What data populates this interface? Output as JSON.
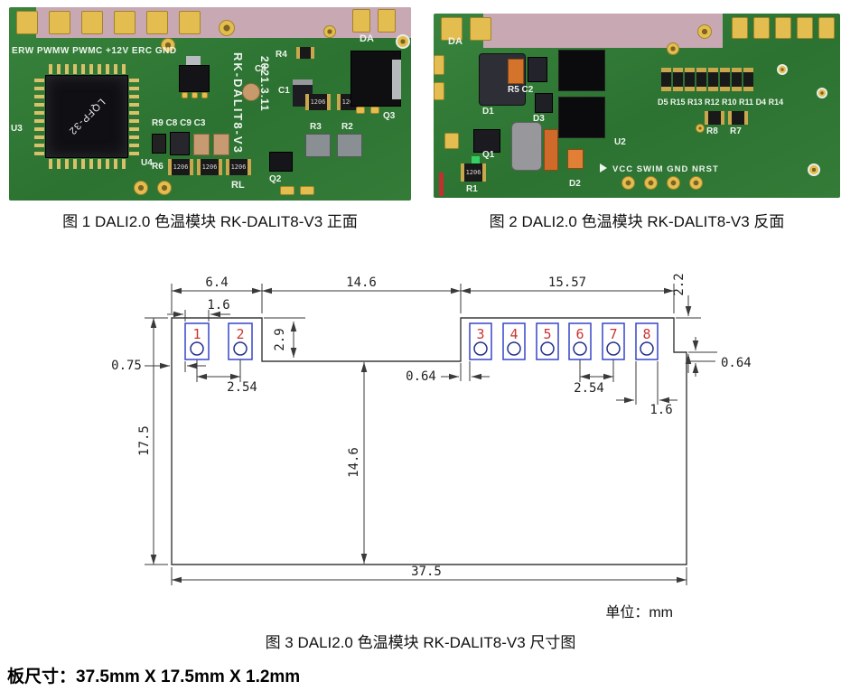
{
  "captions": {
    "fig1": "图 1 DALI2.0 色温模块 RK-DALIT8-V3 正面",
    "fig2": "图 2 DALI2.0 色温模块 RK-DALIT8-V3 反面",
    "fig3": "图 3 DALI2.0 色温模块 RK-DALIT8-V3 尺寸图",
    "unit": "单位：mm",
    "board_size": "板尺寸：37.5mm X 17.5mm X 1.2mm"
  },
  "pcb_front": {
    "top_silk": "ERW PWMW PWMC +12V ERC GND",
    "da": "DA",
    "chip": "LQFP-32",
    "u3": "U3",
    "u4": "U4",
    "c4": "C4",
    "r4": "R4",
    "c1": "C1",
    "r3": "R3",
    "r2": "R2",
    "q3": "Q3",
    "mid_silk": "R9 C8 C9 C3",
    "r6": "R6",
    "q2": "Q2",
    "board_name": "RK-DALIT8-V3",
    "board_date": "2021.3.11",
    "rev": "RL",
    "res_code": "1206"
  },
  "pcb_back": {
    "da": "DA",
    "r5c2": "R5 C2",
    "d1": "D1",
    "d3": "D3",
    "u2": "U2",
    "q1": "Q1",
    "r1": "R1",
    "d2": "D2",
    "res_row": "D5 R15 R13 R12 R10 R11 D4 R14",
    "r8": "R8",
    "r7": "R7",
    "bottom_silk": "VCC SWIM GND NRST",
    "res_code": "1206"
  },
  "drawing": {
    "pins": [
      "1",
      "2",
      "3",
      "4",
      "5",
      "6",
      "7",
      "8"
    ],
    "dim_top_left": "6.4",
    "dim_pin_width_left": "1.6",
    "dim_top_middle": "14.6",
    "dim_top_right": "15.57",
    "dim_right_step": "2.2",
    "dim_notch_depth": "2.9",
    "dim_left_offset": "0.75",
    "dim_pitch_left": "2.54",
    "dim_gap_left": "0.64",
    "dim_pitch_right": "2.54",
    "dim_pin_width_right": "1.6",
    "dim_gap_right": "0.64",
    "dim_board_height": "17.5",
    "dim_body_height": "14.6",
    "dim_board_width": "37.5"
  }
}
